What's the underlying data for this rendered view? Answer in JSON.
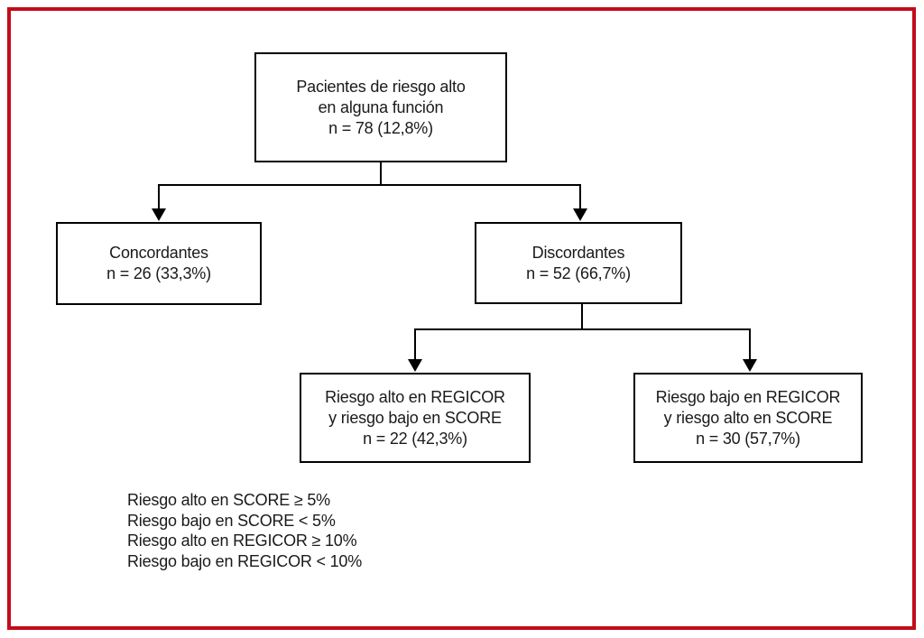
{
  "figure": {
    "colors": {
      "frame": "#c20d1a",
      "line": "#000000",
      "background": "#ffffff"
    },
    "boxes": {
      "root": {
        "lines": [
          "Pacientes de riesgo alto",
          "en alguna función",
          "n = 78 (12,8%)"
        ]
      },
      "concordant": {
        "lines": [
          "Concordantes",
          "n = 26 (33,3%)"
        ]
      },
      "discordant": {
        "lines": [
          "Discordantes",
          "n = 52 (66,7%)"
        ]
      },
      "high_regicor_low_score": {
        "lines": [
          "Riesgo alto en REGICOR",
          "y riesgo bajo en SCORE",
          "n = 22 (42,3%)"
        ]
      },
      "low_regicor_high_score": {
        "lines": [
          "Riesgo bajo en REGICOR",
          "y riesgo alto en SCORE",
          "n = 30 (57,7%)"
        ]
      }
    },
    "legend": {
      "lines": [
        "Riesgo alto en SCORE ≥ 5%",
        "Riesgo bajo en SCORE < 5%",
        "Riesgo alto en REGICOR ≥ 10%",
        "Riesgo bajo en REGICOR < 10%"
      ]
    }
  }
}
